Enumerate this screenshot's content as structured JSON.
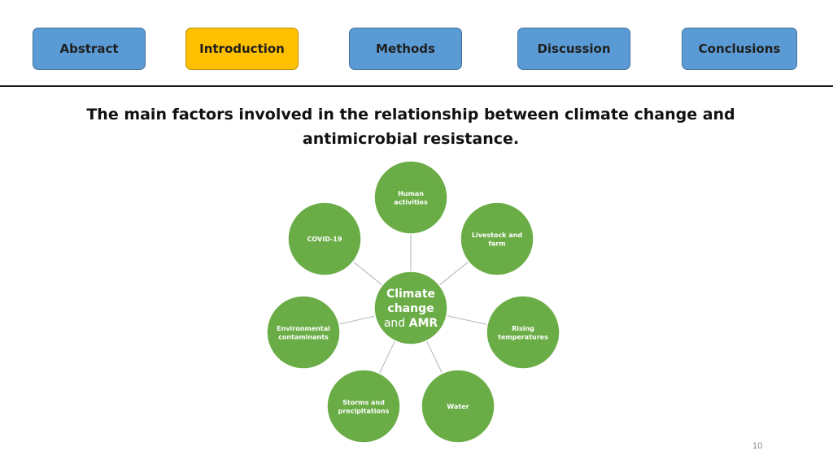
{
  "nav": {
    "items": [
      {
        "id": "abstract",
        "label": "Abstract",
        "active": false
      },
      {
        "id": "introduction",
        "label": "Introduction",
        "active": true
      },
      {
        "id": "methods",
        "label": "Methods",
        "active": false
      },
      {
        "id": "discussion",
        "label": "Discussion",
        "active": false
      },
      {
        "id": "conclusions",
        "label": "Conclusions",
        "active": false
      }
    ]
  },
  "slide": {
    "title_line1": "The main factors involved in the relationship between climate change and",
    "title_line2": "antimicrobial resistance.",
    "page_number": "10"
  },
  "diagram": {
    "center": {
      "lines": [
        "Climate",
        "change"
      ],
      "last_line_normal": "and ",
      "last_line_bold": "AMR"
    },
    "nodes": [
      {
        "name": "node-human-activities",
        "lines": [
          "Human",
          "activities"
        ]
      },
      {
        "name": "node-livestock-and-farm",
        "lines": [
          "Livestock and",
          "farm"
        ]
      },
      {
        "name": "node-rising-temperatures",
        "lines": [
          "Rising",
          "temperatures"
        ]
      },
      {
        "name": "node-water",
        "lines": [
          "Water"
        ]
      },
      {
        "name": "node-storms-and-precipitations",
        "lines": [
          "Storms and",
          "precipitations"
        ]
      },
      {
        "name": "node-environmental-contaminants",
        "lines": [
          "Environmental",
          "contaminants"
        ]
      },
      {
        "name": "node-covid-19",
        "lines": [
          "COVID-19"
        ]
      }
    ],
    "colors": {
      "node_fill": "#6aad47",
      "node_stroke": "#ffffff",
      "connector": "#bfbfbf",
      "text": "#ffffff",
      "active_nav": "#ffc000",
      "nav": "#5b9bd5"
    }
  }
}
